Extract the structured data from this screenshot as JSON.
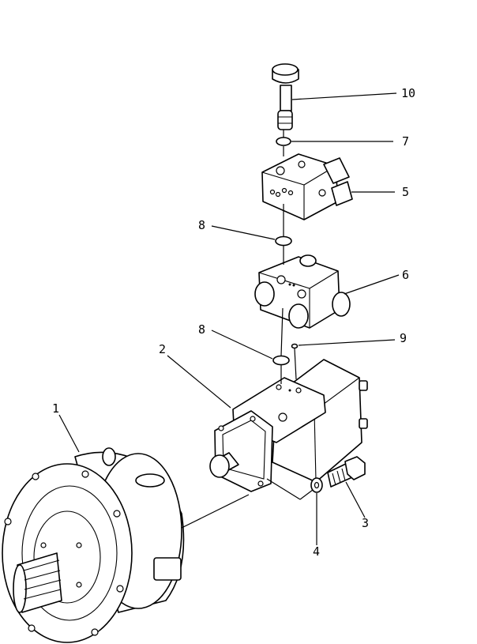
{
  "diagram": {
    "callouts": [
      {
        "id": "1",
        "text": "1"
      },
      {
        "id": "2",
        "text": "2"
      },
      {
        "id": "3",
        "text": "3"
      },
      {
        "id": "4",
        "text": "4"
      },
      {
        "id": "5",
        "text": "5"
      },
      {
        "id": "6",
        "text": "6"
      },
      {
        "id": "7",
        "text": "7"
      },
      {
        "id": "8a",
        "text": "8"
      },
      {
        "id": "8b",
        "text": "8"
      },
      {
        "id": "9",
        "text": "9"
      },
      {
        "id": "10",
        "text": "10"
      }
    ],
    "line_color": "#000000",
    "background_color": "#ffffff"
  }
}
